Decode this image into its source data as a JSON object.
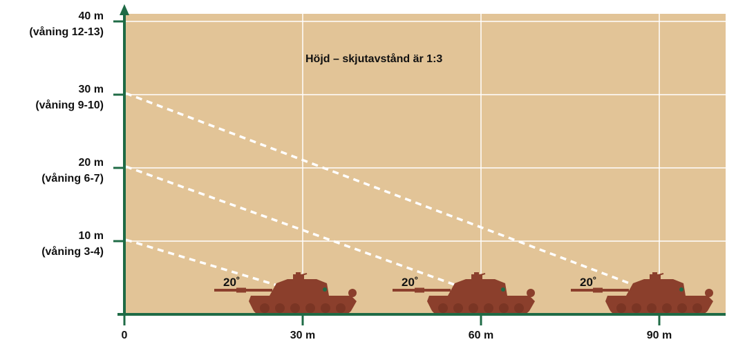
{
  "title": "Höjd – skjutavstånd är 1:3",
  "colors": {
    "background": "#e2c497",
    "grid": "#ffffff",
    "axis": "#1f6b46",
    "tank": "#8b3f2c",
    "dashes": "#ffffff"
  },
  "y_labels": [
    {
      "value": 10,
      "line1": "10 m",
      "line2": "(våning 3-4)"
    },
    {
      "value": 20,
      "line1": "20 m",
      "line2": "(våning 6-7)"
    },
    {
      "value": 30,
      "line1": "30 m",
      "line2": "(våning 9-10)"
    },
    {
      "value": 40,
      "line1": "40 m",
      "line2": "(våning 12-13)"
    }
  ],
  "x_labels": [
    {
      "value": 0,
      "label": "0"
    },
    {
      "value": 30,
      "label": "30 m"
    },
    {
      "value": 60,
      "label": "60 m"
    },
    {
      "value": 90,
      "label": "90 m"
    }
  ],
  "tanks": [
    {
      "at_distance": 30,
      "angle_label": "20˚"
    },
    {
      "at_distance": 60,
      "angle_label": "20˚"
    },
    {
      "at_distance": 90,
      "angle_label": "20˚"
    }
  ],
  "sight_lines": [
    {
      "from_height": 10,
      "to_distance": 30
    },
    {
      "from_height": 20,
      "to_distance": 60
    },
    {
      "from_height": 30,
      "to_distance": 90
    }
  ],
  "icons": [
    "tank-icon",
    "arrow-up-icon"
  ]
}
